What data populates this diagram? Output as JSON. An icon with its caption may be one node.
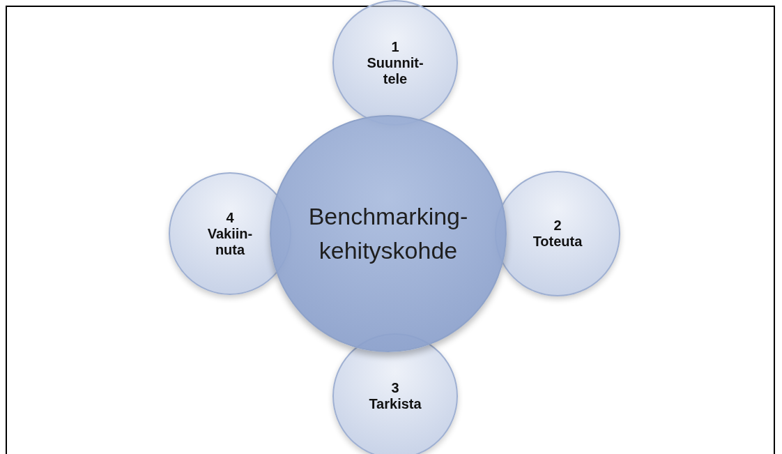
{
  "diagram": {
    "nodes": [
      {
        "text": [
          "Benchmarking-kehityskohde"
        ]
      },
      {
        "text": [
          "1",
          "Suunnit-tele"
        ]
      },
      {
        "text": [
          "2",
          "Toteuta"
        ]
      },
      {
        "text": [
          "3",
          "Tarkista"
        ]
      },
      {
        "text": [
          "4",
          "Vakiin-nuta"
        ]
      }
    ],
    "edges": []
  }
}
